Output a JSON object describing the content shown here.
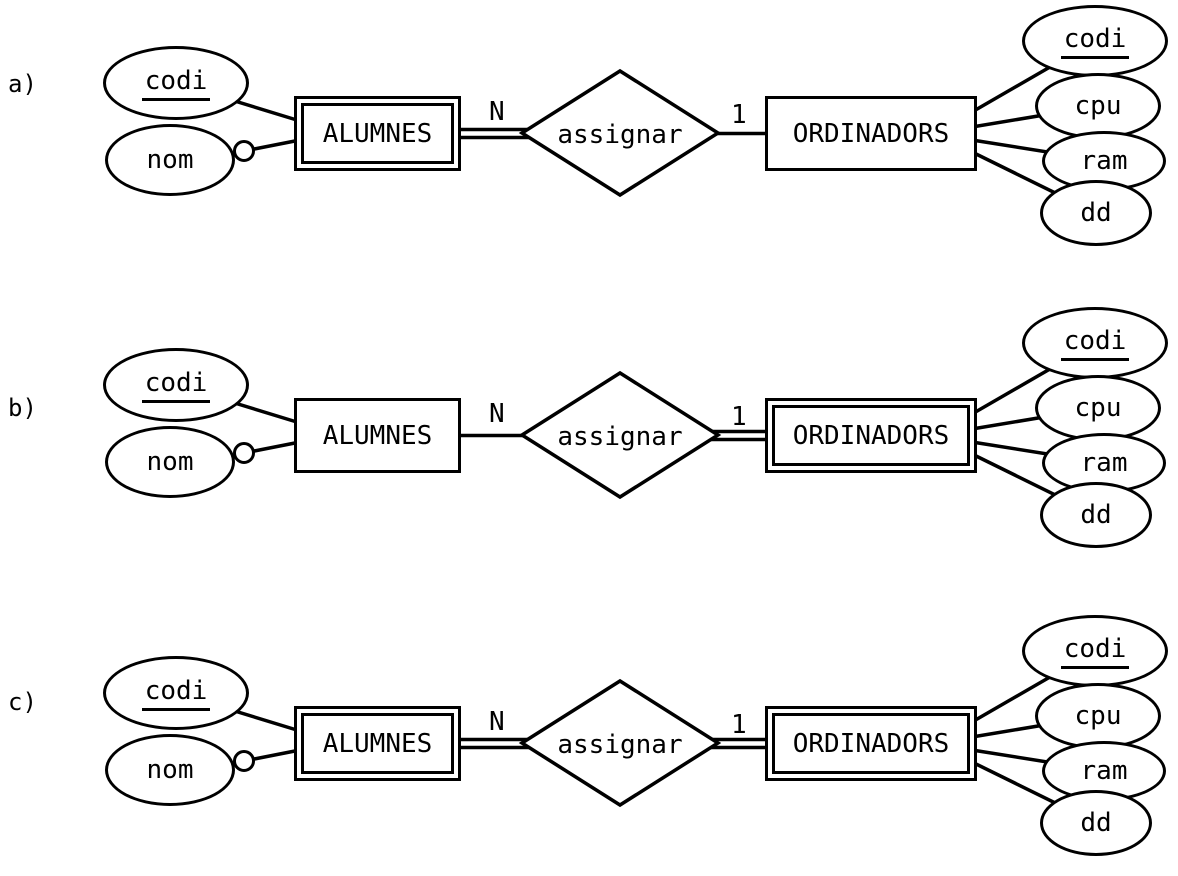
{
  "colors": {
    "background": "#ffffff",
    "stroke": "#000000",
    "shape_fill": "#ffffff",
    "text": "#000000"
  },
  "rows": [
    {
      "label": "a)",
      "left_entity": {
        "name": "ALUMNES",
        "double_border": true
      },
      "left_attributes": [
        {
          "name": "codi",
          "primary_key": true
        },
        {
          "name": "nom",
          "primary_key": false,
          "optional_circle_marker": true
        }
      ],
      "relationship": {
        "name": "assignar",
        "cardinality_left": "N",
        "cardinality_right": "1",
        "left_link_double": true,
        "right_link_double": false
      },
      "right_entity": {
        "name": "ORDINADORS",
        "double_border": false
      },
      "right_attributes": [
        {
          "name": "codi",
          "primary_key": true
        },
        {
          "name": "cpu",
          "primary_key": false
        },
        {
          "name": "ram",
          "primary_key": false
        },
        {
          "name": "dd",
          "primary_key": false
        }
      ]
    },
    {
      "label": "b)",
      "left_entity": {
        "name": "ALUMNES",
        "double_border": false
      },
      "left_attributes": [
        {
          "name": "codi",
          "primary_key": true
        },
        {
          "name": "nom",
          "primary_key": false,
          "optional_circle_marker": true
        }
      ],
      "relationship": {
        "name": "assignar",
        "cardinality_left": "N",
        "cardinality_right": "1",
        "left_link_double": false,
        "right_link_double": true
      },
      "right_entity": {
        "name": "ORDINADORS",
        "double_border": true
      },
      "right_attributes": [
        {
          "name": "codi",
          "primary_key": true
        },
        {
          "name": "cpu",
          "primary_key": false
        },
        {
          "name": "ram",
          "primary_key": false
        },
        {
          "name": "dd",
          "primary_key": false
        }
      ]
    },
    {
      "label": "c)",
      "left_entity": {
        "name": "ALUMNES",
        "double_border": true
      },
      "left_attributes": [
        {
          "name": "codi",
          "primary_key": true
        },
        {
          "name": "nom",
          "primary_key": false,
          "optional_circle_marker": true
        }
      ],
      "relationship": {
        "name": "assignar",
        "cardinality_left": "N",
        "cardinality_right": "1",
        "left_link_double": true,
        "right_link_double": true
      },
      "right_entity": {
        "name": "ORDINADORS",
        "double_border": true
      },
      "right_attributes": [
        {
          "name": "codi",
          "primary_key": true
        },
        {
          "name": "cpu",
          "primary_key": false
        },
        {
          "name": "ram",
          "primary_key": false
        },
        {
          "name": "dd",
          "primary_key": false
        }
      ]
    }
  ]
}
